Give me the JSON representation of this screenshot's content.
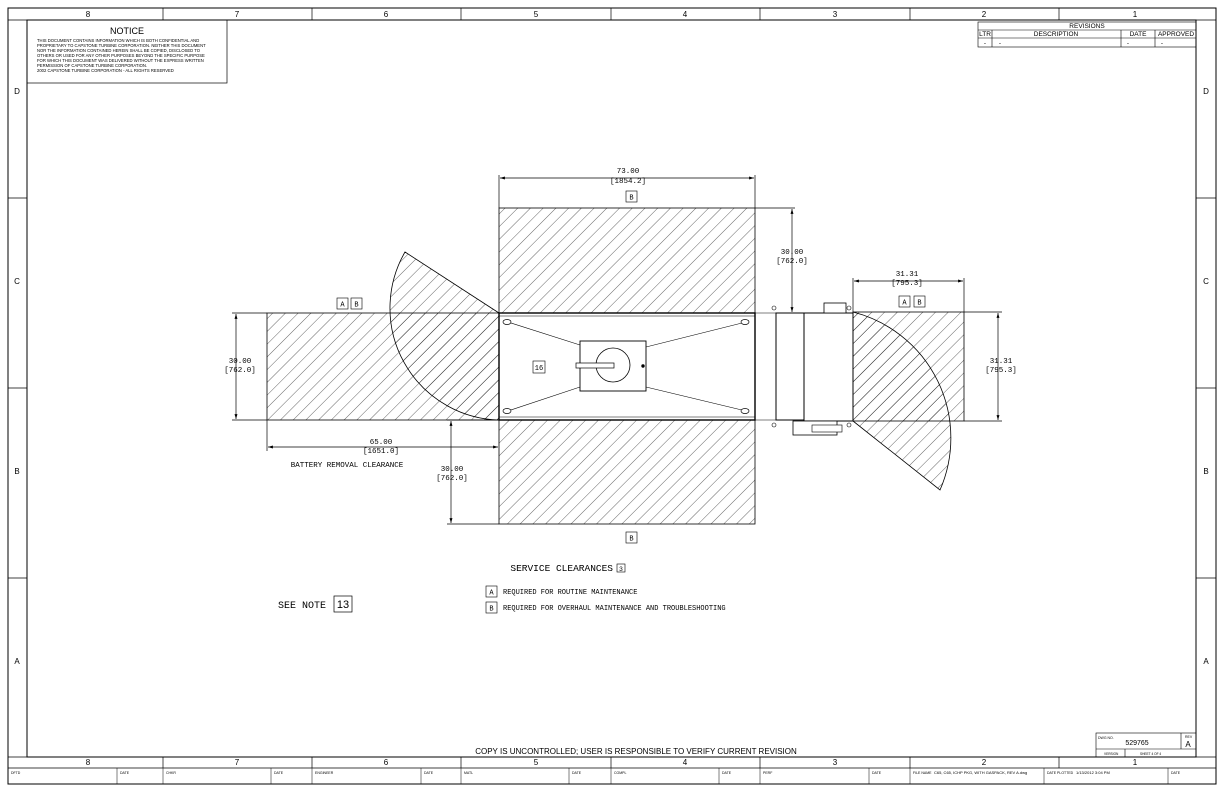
{
  "zone_columns": [
    "8",
    "7",
    "6",
    "5",
    "4",
    "3",
    "2",
    "1"
  ],
  "zone_rows": [
    "D",
    "C",
    "B",
    "A"
  ],
  "notice": {
    "title": "NOTICE",
    "lines": [
      "THIS DOCUMENT CONTAINS INFORMATION WHICH IS BOTH CONFIDENTIAL AND",
      "PROPRIETARY TO CAPSTONE TURBINE CORPORATION. NEITHER THIS DOCUMENT",
      "NOR THE INFORMATION CONTAINED HEREIN SHALL BE COPIED, DISCLOSED TO",
      "OTHERS OR USED FOR ANY OTHER PURPOSES BEYOND THE SPECIFIC PURPOSE",
      "FOR WHICH THIS DOCUMENT WAS DELIVERED WITHOUT THE EXPRESS WRITTEN",
      "PERMISSION OF CAPSTONE TURBINE CORPORATION.",
      "2002 CAPSTONE TURBINE CORPORATION - ALL RIGHTS RESERVED"
    ]
  },
  "revisions": {
    "title": "REVISIONS",
    "headers": [
      "LTR",
      "DESCRIPTION",
      "DATE",
      "APPROVED"
    ],
    "row": [
      "-",
      "-",
      "-",
      "-"
    ]
  },
  "dimensions": {
    "top_width": {
      "inch": "73.00",
      "mm": "[1854.2]"
    },
    "top_depth": {
      "inch": "30.00",
      "mm": "[762.0]"
    },
    "right_width": {
      "inch": "31.31",
      "mm": "[795.3]"
    },
    "right_height": {
      "inch": "31.31",
      "mm": "[795.3]"
    },
    "left_height": {
      "inch": "30.00",
      "mm": "[762.0]"
    },
    "battery_width": {
      "inch": "65.00",
      "mm": "[1651.0]"
    },
    "bottom_depth": {
      "inch": "30.00",
      "mm": "[762.0]"
    }
  },
  "labels": {
    "battery_clearance": "BATTERY REMOVAL CLEARANCE",
    "box_a": "A",
    "box_b": "B",
    "note_16": "16",
    "see_note": "SEE NOTE",
    "see_note_num": "13",
    "service_title": "SERVICE CLEARANCES",
    "service_note": "3",
    "legend_a": "REQUIRED FOR ROUTINE MAINTENANCE",
    "legend_b": "REQUIRED FOR OVERHAUL MAINTENANCE AND TROUBLESHOOTING",
    "copy_notice": "COPY IS UNCONTROLLED; USER IS RESPONSIBLE TO VERIFY CURRENT REVISION"
  },
  "title_block": {
    "dwg_no_label": "DWG NO.",
    "dwg_no": "529765",
    "rev_label": "REV",
    "rev": "A",
    "version_label": "VERSION",
    "sheet": "SHEET 4 OF 4"
  },
  "footer": {
    "cells": [
      "DFTD",
      "DATE",
      "CHKR",
      "DATE",
      "ENGINEER",
      "DATE",
      "MATL",
      "DATE",
      "COMPL",
      "DATE",
      "PERF",
      "DATE"
    ],
    "file_name_label": "FILE NAME",
    "file_name": "C65, C65, ICHP PKG, WITH GASPACK, REV A.dwg",
    "date_plotted_label": "DATE PLOTTED",
    "date_plotted": "1/13/2012 3:04 PM",
    "date_label": "DATE"
  }
}
